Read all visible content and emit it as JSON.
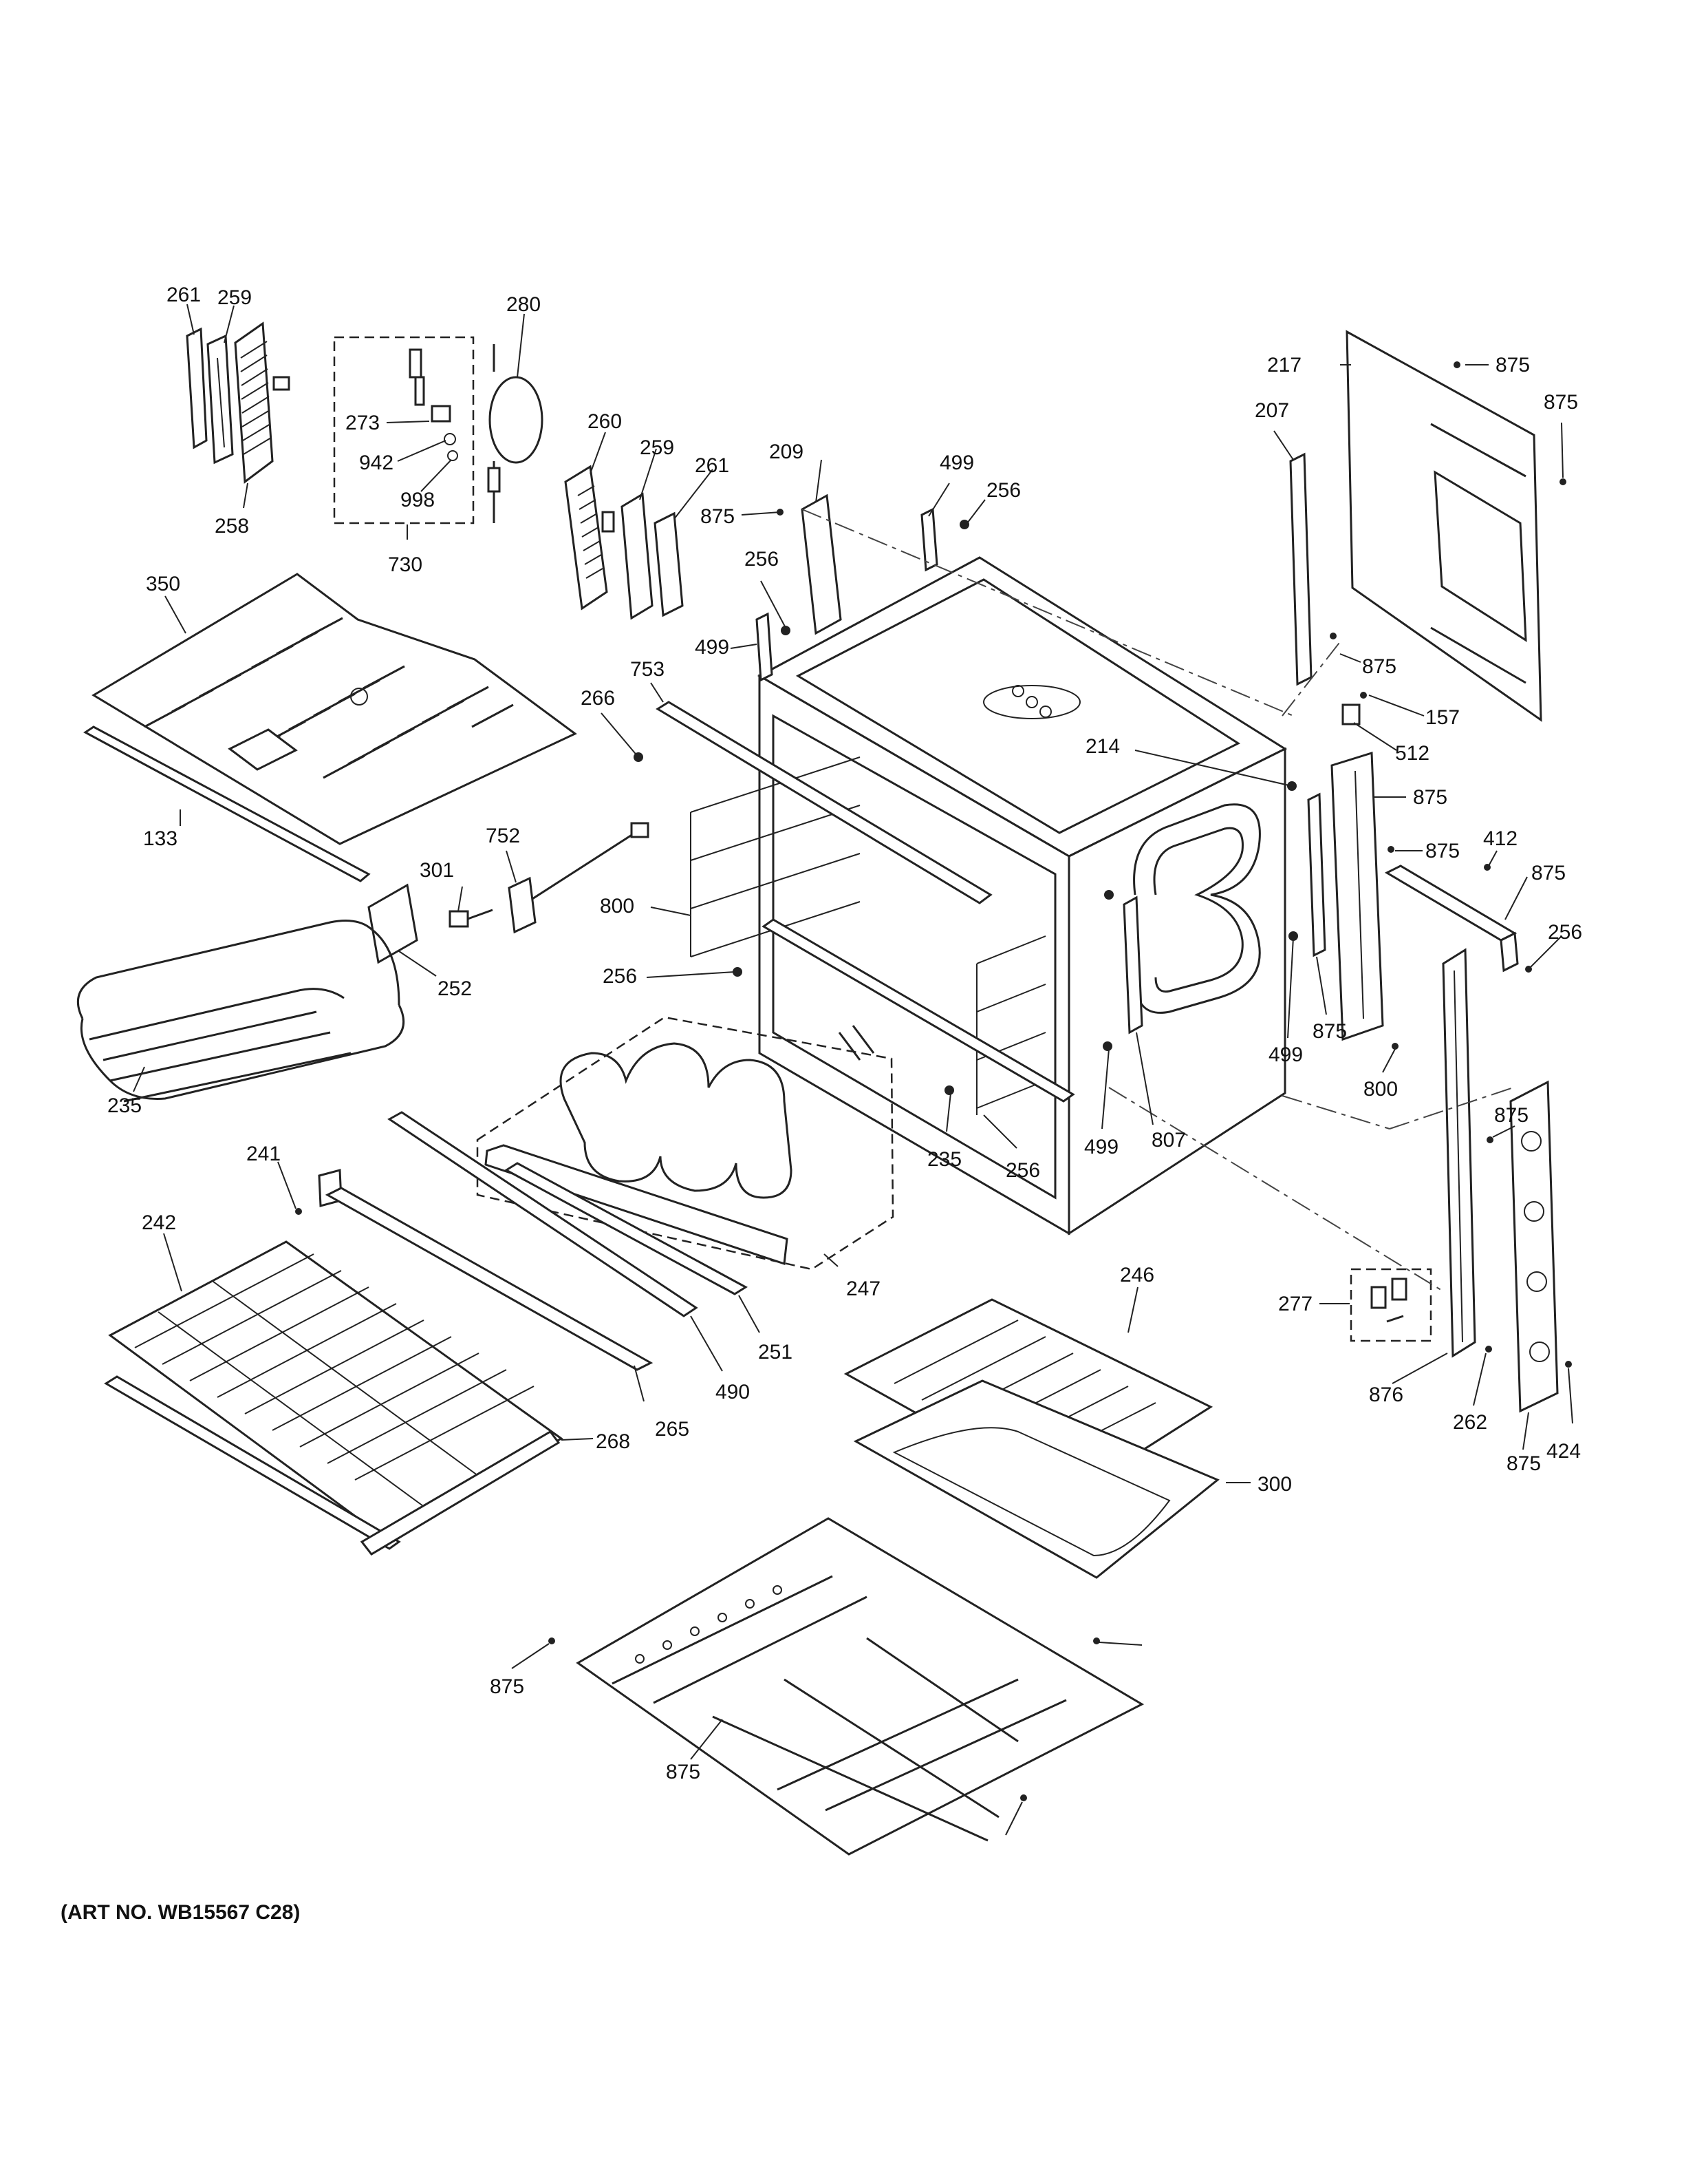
{
  "art_number": "(ART NO. WB15567 C28)",
  "callouts": [
    "261",
    "259",
    "258",
    "273",
    "942",
    "998",
    "730",
    "280",
    "260",
    "259",
    "261",
    "209",
    "499",
    "256",
    "875",
    "256",
    "499",
    "217",
    "207",
    "875",
    "875",
    "875",
    "157",
    "512",
    "350",
    "133",
    "266",
    "753",
    "752",
    "301",
    "252",
    "235",
    "800",
    "256",
    "214",
    "875",
    "875",
    "412",
    "875",
    "256",
    "499",
    "875",
    "800",
    "235",
    "256",
    "499",
    "807",
    "241",
    "242",
    "268",
    "265",
    "490",
    "251",
    "247",
    "246",
    "300",
    "277",
    "876",
    "262",
    "875",
    "875",
    "424",
    "875",
    "875"
  ]
}
